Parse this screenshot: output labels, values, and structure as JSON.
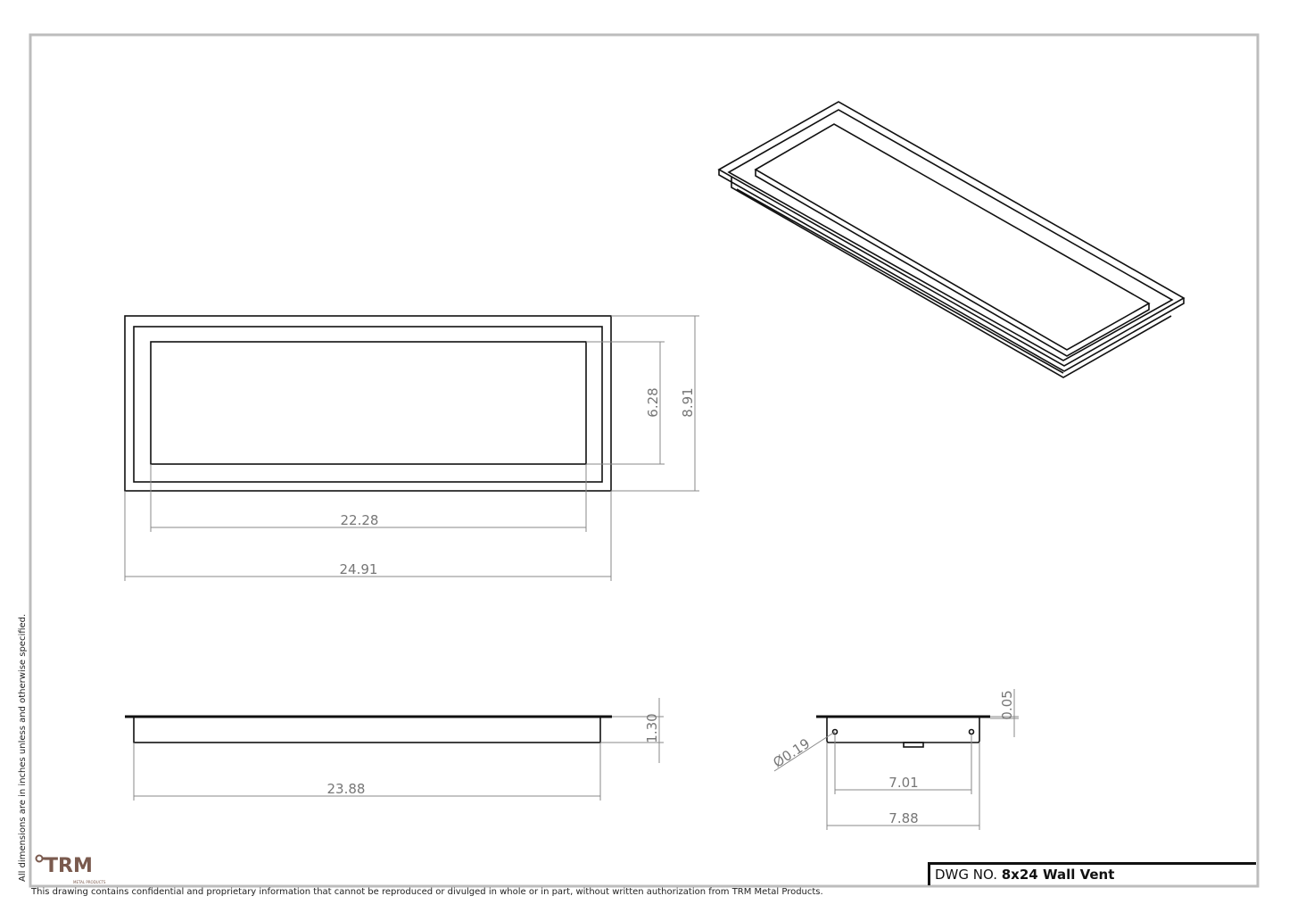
{
  "drawing": {
    "number_label": "DWG NO.",
    "number": "8x24 Wall Vent",
    "units_note": "All dimensions are in inches unless and otherwise specified.",
    "confidentiality_note": "This drawing contains confidential and proprietary information that cannot be reproduced or divulged in whole or in part, without written authorization from TRM Metal Products.",
    "logo_text": "TRM",
    "logo_subtext": "METAL PRODUCTS"
  },
  "front_view": {
    "opening_height": "6.28",
    "overall_height": "8.91",
    "opening_width": "22.28",
    "overall_width": "24.91"
  },
  "side_view": {
    "body_length": "23.88",
    "depth": "1.30"
  },
  "end_view": {
    "hole_diameter": "Ø0.19",
    "flange_thickness": "0.05",
    "hole_spacing": "7.01",
    "body_width": "7.88"
  },
  "colors": {
    "border": "#bdbdbd",
    "line": "#111111",
    "dimension": "#777777",
    "logo": "#7a5a4e"
  }
}
